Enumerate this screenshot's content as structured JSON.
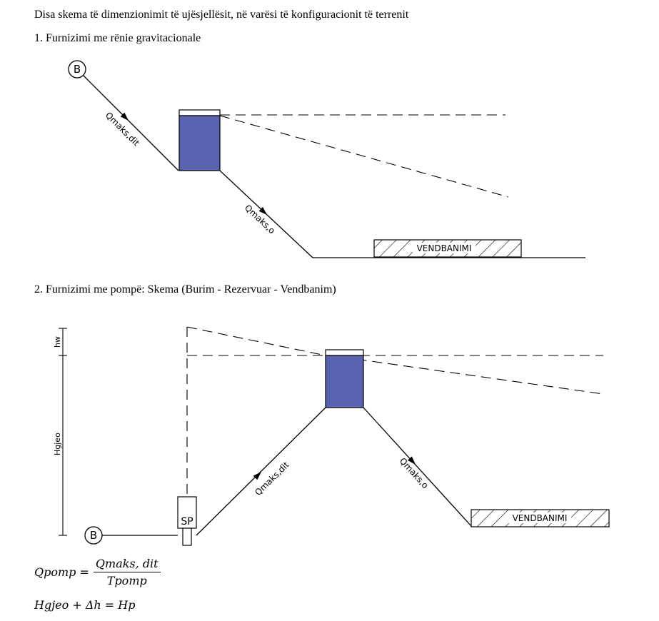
{
  "title": "Disa skema të dimenzionimit të ujësjellësit, në varësi të konfiguracionit të terrenit",
  "section1": {
    "heading": "1. Furnizimi me rënie gravitacionale",
    "source_label": "B",
    "flow_in_label": "Qmaks,dit",
    "flow_out_label": "Qmaks,o",
    "settlement_label": "VENDBANIMI"
  },
  "section2": {
    "heading": "2. Furnizimi me pompë:  Skema (Burim - Rezervuar - Vendbanim)",
    "source_label": "B",
    "pump_label": "SP",
    "hw_label": "hw",
    "hgjeo_label": "Hgjeo",
    "flow_in_label": "Qmaks,dit",
    "flow_out_label": "Qmaks,o",
    "settlement_label": "VENDBANIMI"
  },
  "formulas": {
    "f1_lhs": "Qpomp =",
    "f1_num": "Qmaks, dit",
    "f1_den": "Tpomp",
    "f2": "Hgjeo + Δh = Hp"
  },
  "colors": {
    "tank_fill": "#5a63b0",
    "line": "#000000"
  }
}
